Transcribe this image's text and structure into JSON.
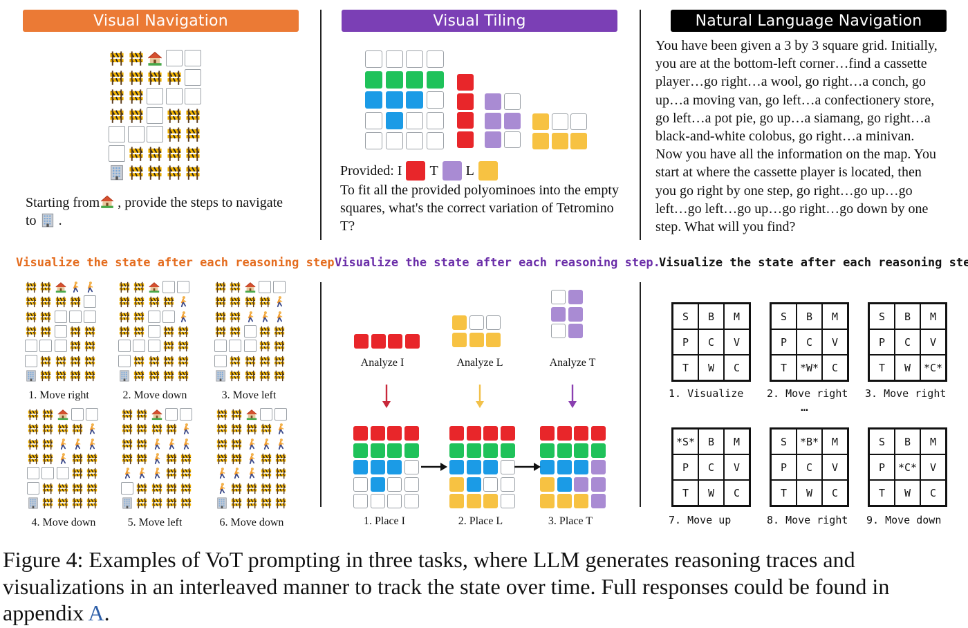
{
  "panels": {
    "visual_navigation": {
      "title": "Visual Navigation",
      "color": "#EB7A35",
      "prompt_before": "Starting from",
      "prompt_middle": ", provide the steps to navigate",
      "prompt_to": "to",
      "prompt_end": ".",
      "heading": "Visualize the state after each reasoning step.",
      "heading_color": "#E46C1E",
      "main_map": [
        "BBH__",
        "BBBB_",
        "BB___",
        "BB_BB",
        "___BB",
        "_BBBB",
        "OBBBB"
      ],
      "steps": [
        {
          "label": "1. Move right",
          "map": [
            "BBHPP",
            "BBBB_",
            "BB___",
            "BB_BB",
            "___BB",
            "_BBBB",
            "OBBBB"
          ]
        },
        {
          "label": "2. Move down",
          "map": [
            "BBH__",
            "BBBBP",
            "BB__P",
            "BB_BB",
            "___BB",
            "_BBBB",
            "OBBBB"
          ]
        },
        {
          "label": "3. Move left",
          "map": [
            "BBH__",
            "BBBBP",
            "BBPPP",
            "BB_BB",
            "___BB",
            "_BBBB",
            "OBBBB"
          ]
        },
        {
          "label": "4. Move down",
          "map": [
            "BBH__",
            "BBBBP",
            "BBPPP",
            "BBPBB",
            "___BB",
            "_BBBB",
            "OBBBB"
          ]
        },
        {
          "label": "5. Move left",
          "map": [
            "BBH__",
            "BBBBP",
            "BBPPP",
            "BBPBB",
            "PPPBB",
            "_BBBB",
            "OBBBB"
          ]
        },
        {
          "label": "6. Move down",
          "map": [
            "BBH__",
            "BBBBP",
            "BBPPP",
            "BBPBB",
            "PPPBB",
            "PBBBB",
            "OBBBB"
          ]
        }
      ]
    },
    "visual_tiling": {
      "title": "Visual Tiling",
      "color": "#7B3FB5",
      "provided_label": "Provided: I",
      "t_label": "T",
      "l_label": "L",
      "question": "To fit all the provided polyominoes into the empty squares, what's the correct variation of Tetromino T?",
      "heading": "Visualize the state after each reasoning step.",
      "heading_color": "#6A2DA8",
      "colors": {
        "R": "#E8262A",
        "G": "#1FC25A",
        "B": "#1B9BE6",
        "Y": "#F7C242",
        "P": "#A98BD3",
        "empty": "#ffffff"
      },
      "main_grid": [
        "____",
        "GGGG",
        "BBB_",
        "_B__",
        "____"
      ],
      "piece_I": [
        "R",
        "R",
        "R",
        "R"
      ],
      "piece_T": [
        "P_",
        "PP",
        "P_"
      ],
      "piece_L": [
        "Y__",
        "YYY"
      ],
      "analyze": [
        {
          "label": "Analyze I",
          "shape": [
            "RRRR"
          ],
          "arrow": "#C8283A"
        },
        {
          "label": "Analyze L",
          "shape": [
            "Y__",
            "YYY"
          ],
          "arrow": "#F2C14A"
        },
        {
          "label": "Analyze T",
          "shape": [
            "_P",
            "PP",
            "_P"
          ],
          "arrow": "#8A3FB0"
        }
      ],
      "results": [
        {
          "label": "1. Place I",
          "grid": [
            "RRRR",
            "GGGG",
            "BBB_",
            "_B__",
            "____"
          ]
        },
        {
          "label": "2. Place L",
          "grid": [
            "RRRR",
            "GGGG",
            "BBB_",
            "YB__",
            "YYY_"
          ]
        },
        {
          "label": "3. Place T",
          "grid": [
            "RRRR",
            "GGGG",
            "BBBP",
            "YBPP",
            "YYYP"
          ]
        }
      ]
    },
    "natural_language_navigation": {
      "title": "Natural Language Navigation",
      "color": "#000000",
      "text": [
        "You have been given a 3 by 3 square grid. Initially,",
        "you are at the bottom-left corner…find a cassette",
        "player…go right…a wool, go right…a conch, go",
        "up…a moving van, go left…a confectionery store,",
        "go left…a pot pie, go up…a siamang, go right…a",
        "black-and-white colobus, go right…a minivan.",
        "Now you have all the information on the map. You",
        "start at where the cassette player is located, then",
        "you go right by one step, go right…go up…go",
        "left…go left…go up…go right…go down by one",
        "step. What will you find?"
      ],
      "heading": "Visualize the state after each reasoning step.",
      "heading_color": "#111111",
      "ellipsis": "…",
      "grids": [
        {
          "label": "1. Visualize",
          "cells": [
            "S",
            "B",
            "M",
            "P",
            "C",
            "V",
            "T",
            "W",
            "C"
          ]
        },
        {
          "label": "2. Move right",
          "cells": [
            "S",
            "B",
            "M",
            "P",
            "C",
            "V",
            "T",
            "*W*",
            "C"
          ]
        },
        {
          "label": "3. Move right",
          "cells": [
            "S",
            "B",
            "M",
            "P",
            "C",
            "V",
            "T",
            "W",
            "*C*"
          ]
        },
        {
          "label": "7. Move up",
          "cells": [
            "*S*",
            "B",
            "M",
            "P",
            "C",
            "V",
            "T",
            "W",
            "C"
          ]
        },
        {
          "label": "8. Move right",
          "cells": [
            "S",
            "*B*",
            "M",
            "P",
            "C",
            "V",
            "T",
            "W",
            "C"
          ]
        },
        {
          "label": "9. Move down",
          "cells": [
            "S",
            "B",
            "M",
            "P",
            "*C*",
            "V",
            "T",
            "W",
            "C"
          ]
        }
      ]
    }
  },
  "caption": {
    "line1": "Figure 4: Examples of VoT prompting in three tasks, where LLM generates reasoning traces and",
    "line2": "visualizations in an interleaved manner to track the state over time. Full responses could be found in",
    "line3_prefix": "appendix",
    "line3_link": "A",
    "line3_suffix": ".",
    "link_color": "#2E5FA8"
  }
}
